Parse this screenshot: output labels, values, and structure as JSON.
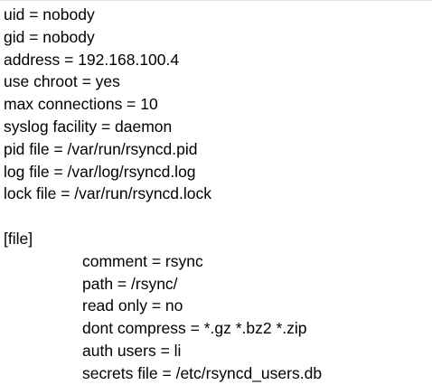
{
  "global_settings": [
    "uid = nobody",
    "gid = nobody",
    "address = 192.168.100.4",
    "use chroot = yes",
    "max connections = 10",
    "syslog facility = daemon",
    "pid file = /var/run/rsyncd.pid",
    "log file = /var/log/rsyncd.log",
    "lock file = /var/run/rsyncd.lock"
  ],
  "module": {
    "header": "[file]",
    "settings": [
      "comment = rsync",
      "path = /rsync/",
      "read only = no",
      "dont compress = *.gz *.bz2 *.zip",
      "auth users = li",
      "secrets file = /etc/rsyncd_users.db"
    ]
  }
}
